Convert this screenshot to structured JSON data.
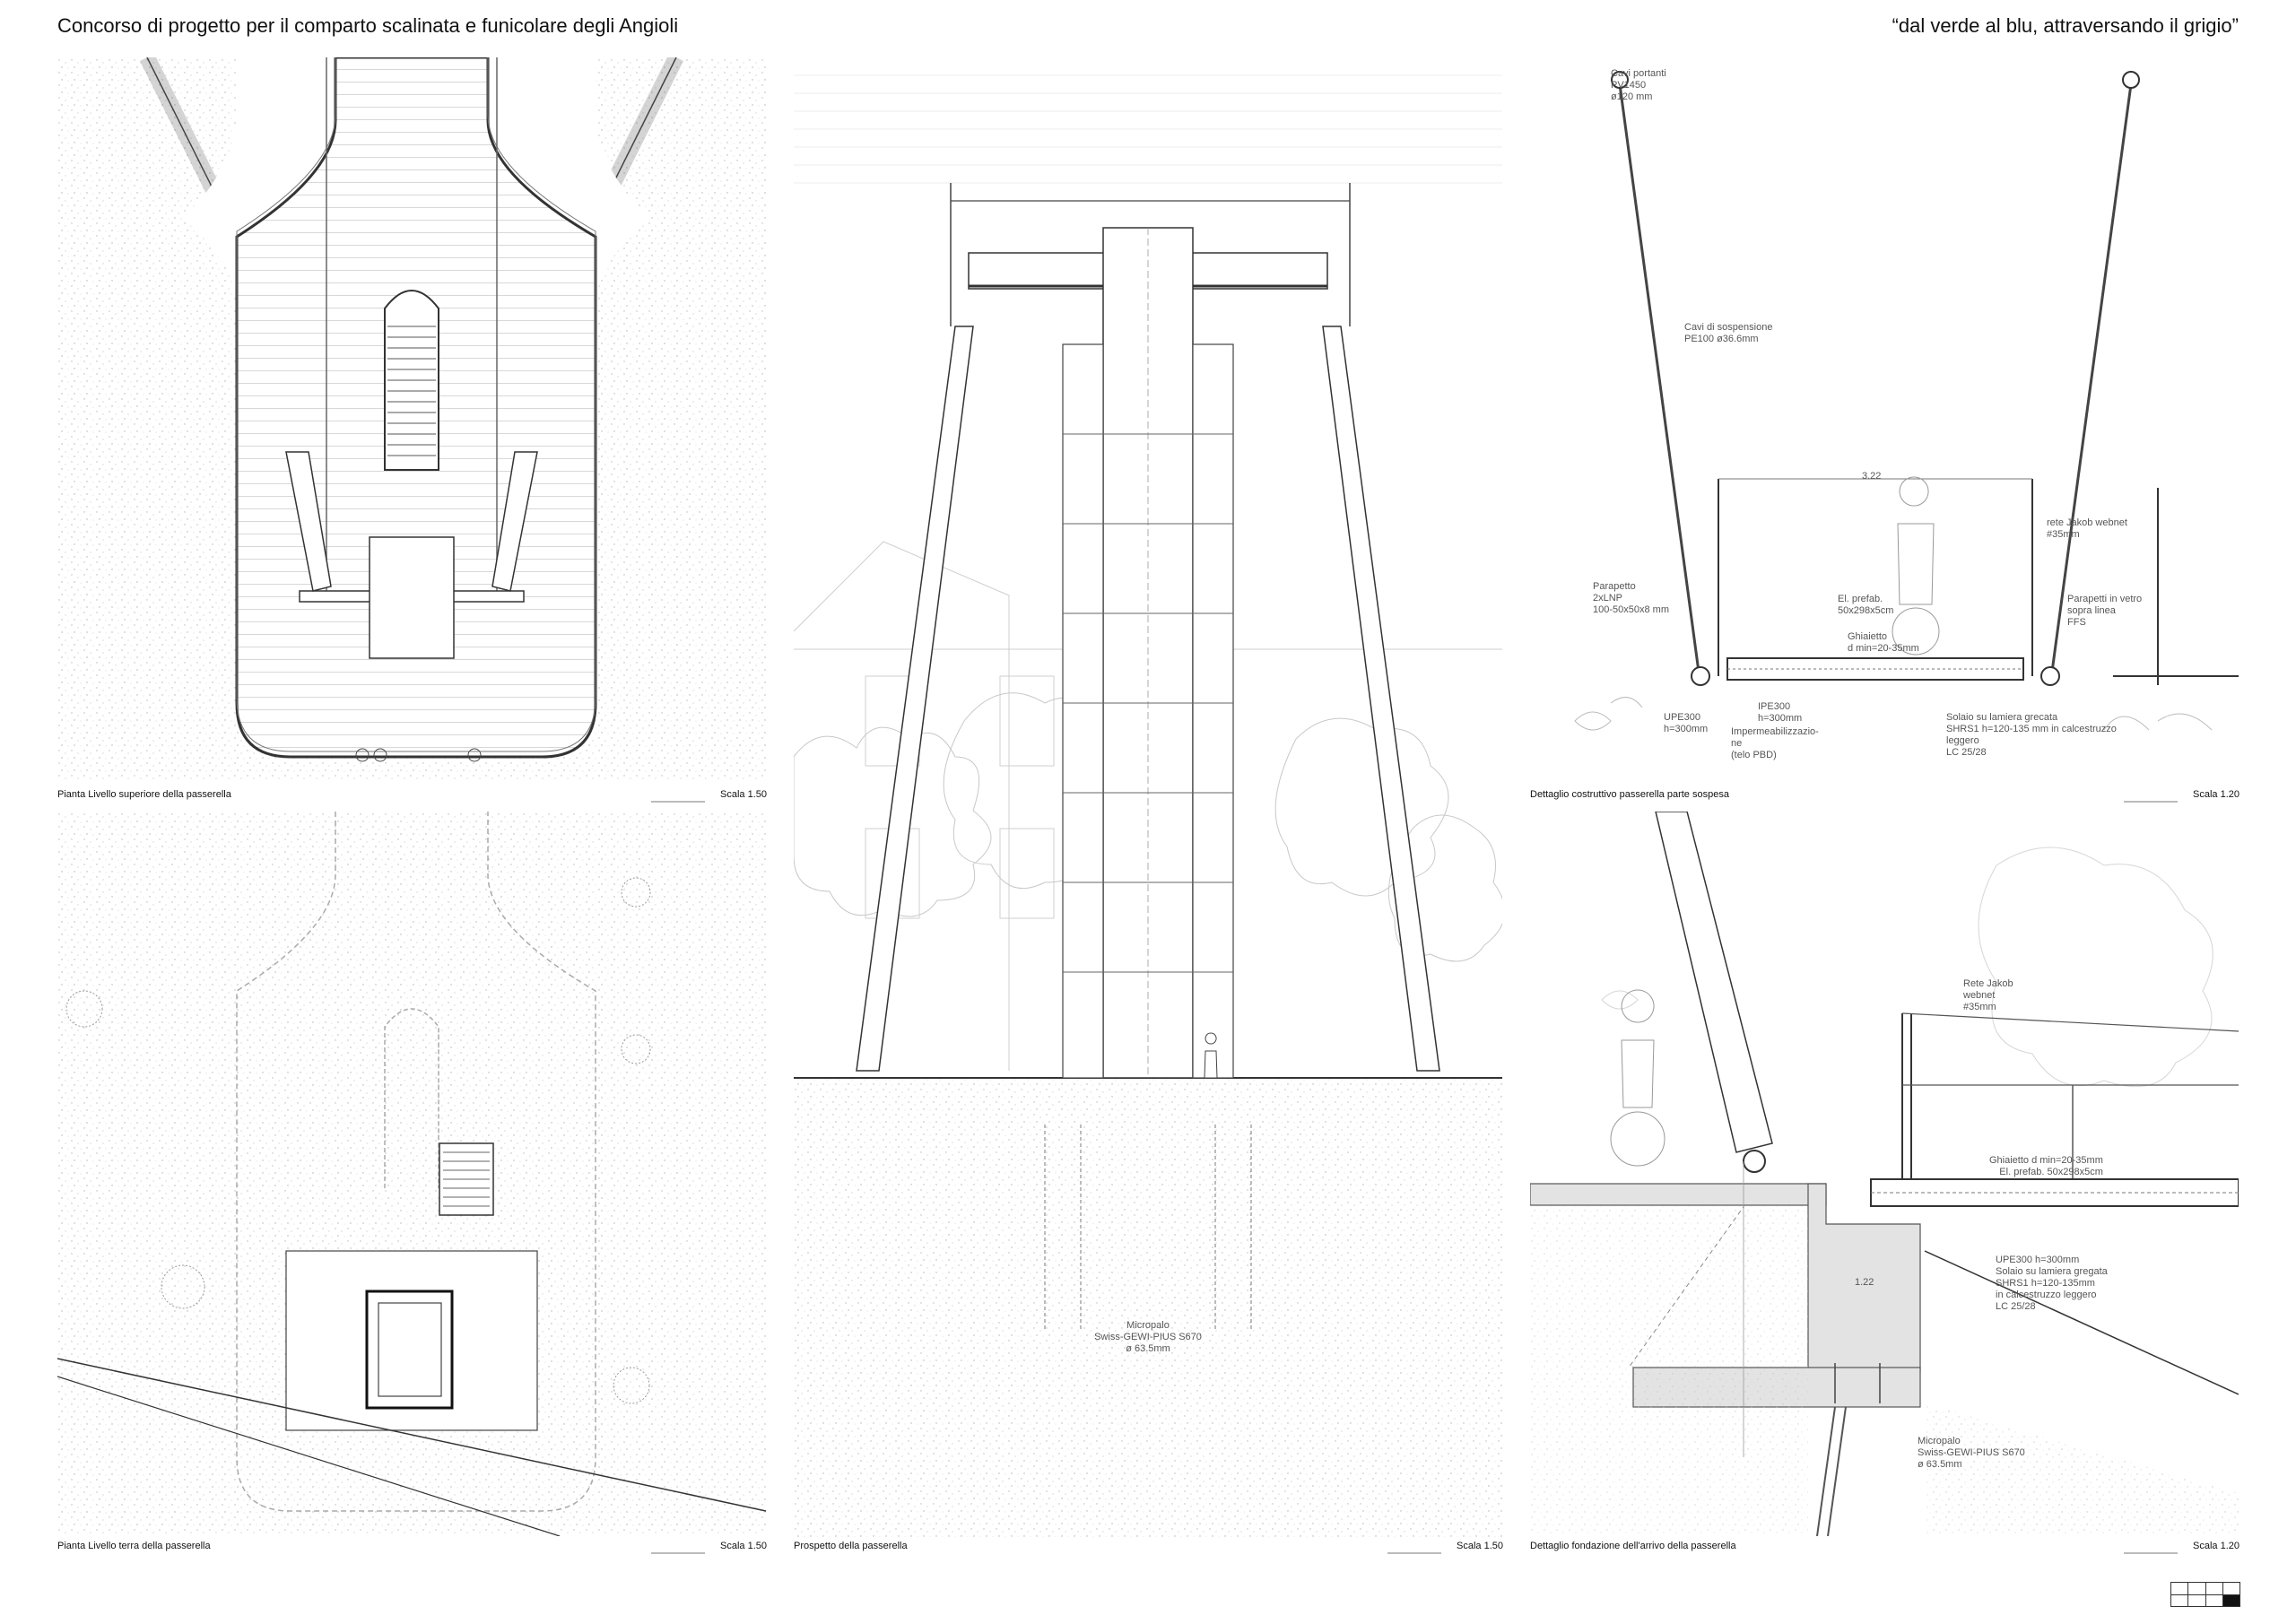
{
  "header": {
    "title": "Concorso di progetto per il comparto scalinata e funicolare degli Angioli",
    "motto": "“dal verde al blu, attraversando il grigio”"
  },
  "panels": {
    "plan_upper": {
      "caption": "Pianta Livello superiore della passerella",
      "scale": "Scala 1.50"
    },
    "plan_ground": {
      "caption": "Pianta Livello terra della passerella",
      "scale": "Scala 1.50"
    },
    "elevation": {
      "caption": "Prospetto della passerella",
      "scale": "Scala 1.50"
    },
    "detail_suspended": {
      "caption": "Dettaglio costruttivo passerella parte sospesa",
      "scale": "Scala 1.20"
    },
    "detail_foundation": {
      "caption": "Dettaglio fondazione dell'arrivo della passerella",
      "scale": "Scala 1.20"
    }
  },
  "annotations": {
    "micropalo_elev": "Micropalo\nSwiss-GEWI-PIUS S670\nø 63.5mm",
    "cavi_portanti": "Cavi portanti\nPV1450\nø120 mm",
    "cavi_sospensione": "Cavi di sospensione\nPE100 ø36.6mm",
    "width_dim": "3.22",
    "rete_jakob": "rete Jakob webnet\n#35mm",
    "parapetto": "Parapetto\n2xLNP\n100-50x50x8 mm",
    "el_prefab": "El. prefab.\n50x298x5cm",
    "parapetti_vetro": "Parapetti in vetro\nsopra linea\nFFS",
    "ghiaietto": "Ghiaietto\nd min=20-35mm",
    "upe300_a": "UPE300\nh=300mm",
    "ipe300": "IPE300\nh=300mm",
    "impermeab": "Impermeabilizzazio-\nne\n(telo PBD)",
    "solaio": "Solaio su lamiera grecata\nSHRS1 h=120-135 mm in calcestruzzo\nleggero\nLC 25/28",
    "rete_jakob_2": "Rete Jakob\nwebnet\n#35mm",
    "ghiaietto_2": "Ghiaietto d min=20-35mm\nEl. prefab. 50x298x5cm",
    "upe300_b": "UPE300 h=300mm\nSolaio su lamiera gregata\nSHRS1 h=120-135mm\nin calcestruzzo leggero\nLC 25/28",
    "micropalo_det": "Micropalo\nSwiss-GEWI-PIUS S670\nø 63.5mm",
    "dim_122": "1.22"
  },
  "colors": {
    "line": "#444444",
    "hatch": "#bdbdbd",
    "concrete": "#e3e3e3"
  }
}
